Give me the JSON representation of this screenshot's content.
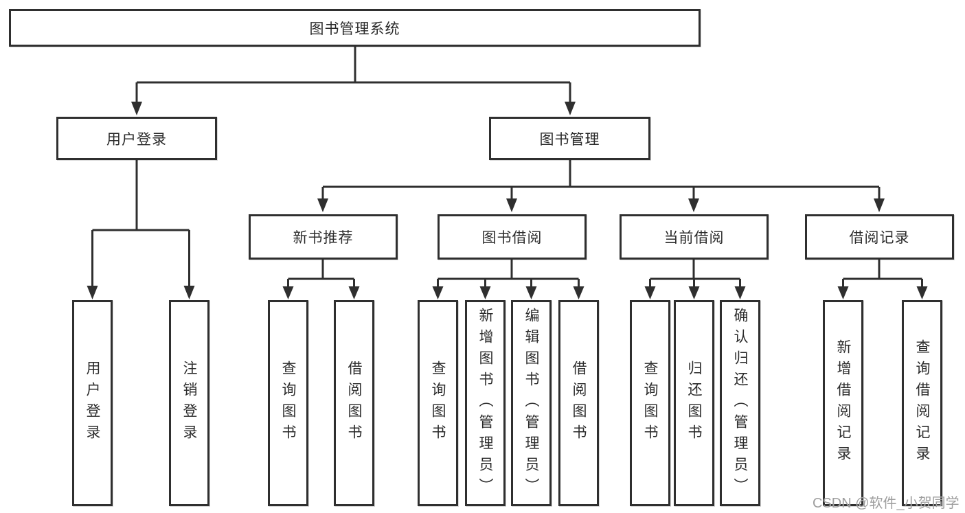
{
  "tree": {
    "label": "图书管理系统",
    "children": [
      {
        "label": "用户登录",
        "children": [
          {
            "label": "用户登录"
          },
          {
            "label": "注销登录"
          }
        ]
      },
      {
        "label": "图书管理",
        "children": [
          {
            "label": "新书推荐",
            "children": [
              {
                "label": "查询图书"
              },
              {
                "label": "借阅图书"
              }
            ]
          },
          {
            "label": "图书借阅",
            "children": [
              {
                "label": "查询图书"
              },
              {
                "label": "新增图书（管理员）"
              },
              {
                "label": "编辑图书（管理员）"
              },
              {
                "label": "借阅图书"
              }
            ]
          },
          {
            "label": "当前借阅",
            "children": [
              {
                "label": "查询图书"
              },
              {
                "label": "归还图书"
              },
              {
                "label": "确认归还（管理员）"
              }
            ]
          },
          {
            "label": "借阅记录",
            "children": [
              {
                "label": "新增借阅记录"
              },
              {
                "label": "查询借阅记录"
              }
            ]
          }
        ]
      }
    ]
  },
  "watermark": {
    "text": "CSDN @软件_小贺同学"
  },
  "colors": {
    "line": "#2f2f2f",
    "box_border": "#2f2f2f",
    "box_fill": "#ffffff",
    "text": "#2b2b2b",
    "watermark": "#9e9e9e",
    "background": "#ffffff"
  }
}
